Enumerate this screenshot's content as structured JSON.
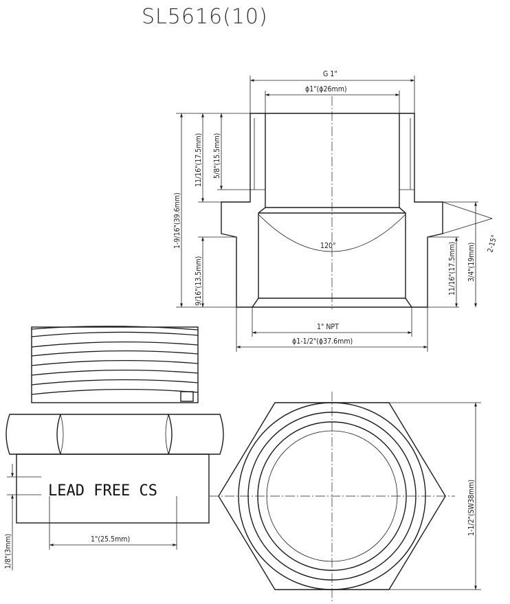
{
  "title": "SL5616(10)",
  "stamp": "LEAD FREE CS",
  "dimensions": {
    "g_thread": "G 1\"",
    "inner_top": "ϕ1\"(ϕ26mm)",
    "h_11_16_top": "11/16\"(17.5mm)",
    "h_5_8": "5/8\"(15.5mm)",
    "h_total": "1-9/16\"(39.6mm)",
    "h_9_16": "9/16\"(13.5mm)",
    "angle": "120°",
    "chamfer": "2-15°",
    "h_11_16_right": "11/16\"(17.5mm)",
    "h_3_4": "3/4\"(19mm)",
    "npt": "1\" NPT",
    "outer": "ϕ1-1/2\"(ϕ37.6mm)",
    "w_1in": "1\"(25.5mm)",
    "h_1_8": "1/8\"(3mm)",
    "hex": "1-1/2\"(SW38mm)"
  }
}
